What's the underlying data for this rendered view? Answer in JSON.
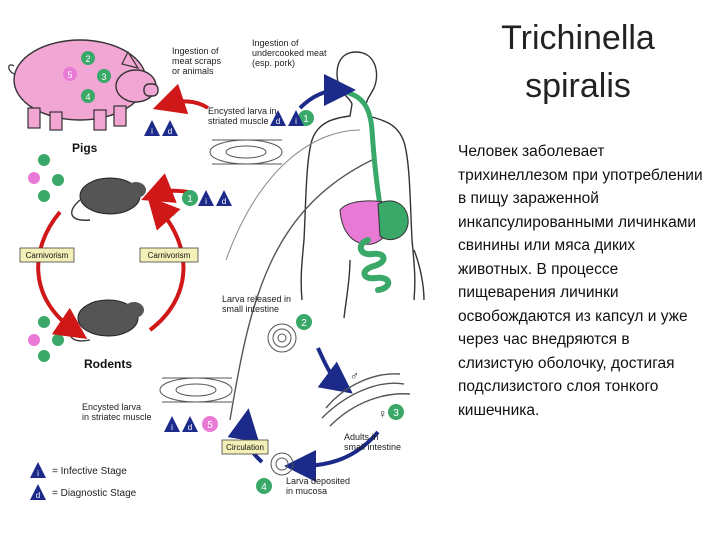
{
  "title": "Trichinella\nspiralis",
  "description": "Человек заболевает трихинеллезом при употреблении в пищу зараженной инкапсулированными личинками свинины или мяса диких животных. В процессе пищеварения личинки освобождаются из капсул и уже через час внедряются в слизистую оболочку, достигая подслизистого слоя тонкого кишечника.",
  "diagram": {
    "pigs_label": "Pigs",
    "rodents_label": "Rodents",
    "carnivorism_left": "Carnivorism",
    "carnivorism_right": "Carnivorism",
    "ingestion_scraps": "Ingestion of\nmeat scraps\nor animals",
    "ingestion_meat": "Ingestion of\nundercooked meat\n(esp. pork)",
    "encysted_striated": "Encysted larva in\nstriated muscle",
    "larva_released": "Larva released in\nsmall intestine",
    "adults": "Adults in\nsmall intestine",
    "larva_deposited": "Larva deposited\nin mucosa",
    "encysted_striatec": "Encysted larva\nin striatec muscle",
    "circulation": "Circulation",
    "legend_infective": "= Infective Stage",
    "legend_diagnostic": "= Diagnostic Stage",
    "badge_i": "i",
    "badge_d": "d",
    "step_1": "1",
    "step_2": "2",
    "step_3": "3",
    "step_4": "4",
    "step_5": "5",
    "male_symbol": "♂",
    "female_symbol": "♀"
  },
  "colors": {
    "step_circle": "#3aa868",
    "step_pink": "#e87ad6",
    "badge_blue": "#1c2a8a",
    "arrow_red": "#d01818",
    "arrow_blue": "#1c2a8a",
    "label_box": "#f3f0b8",
    "pig_pink": "#f2a6d4",
    "intestine_green": "#3aa868",
    "liver_magenta": "#e87ad6"
  }
}
